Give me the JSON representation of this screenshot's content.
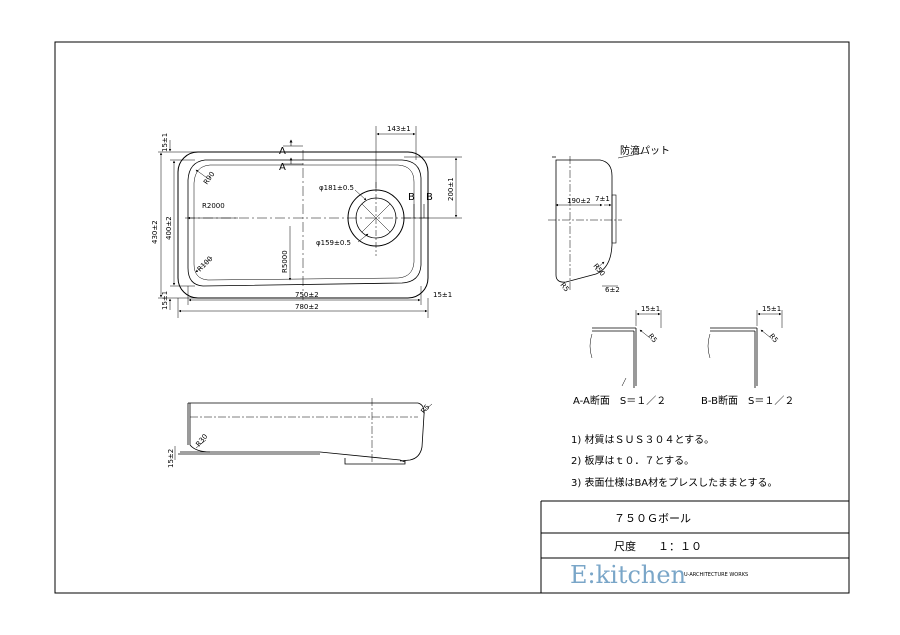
{
  "dims": {
    "top_width": "143±1",
    "side_height": "200±1",
    "top_margin": "15±1",
    "outer_height": "430±2",
    "inner_height": "400±2",
    "bottom_margin": "15±1",
    "inner_width": "750±2",
    "right_margin": "15±1",
    "outer_width": "780±2",
    "drain_outer": "φ181±0.5",
    "drain_inner": "φ159±0.5",
    "r_corner": "R90",
    "r_side": "R2000",
    "r_bottom": "R100",
    "r_long": "R5000",
    "sec_depth": "190±2",
    "sec_lip": "7±1",
    "sec_radius": "R50",
    "sec_flange_r": "R5",
    "sec_bottom": "6±2",
    "sec_a_width": "15±1",
    "sec_a_radius": "R5",
    "sec_b_width": "15±1",
    "sec_b_radius": "R5",
    "elev_r_right": "R5",
    "elev_r_left": "R30",
    "elev_flange": "15±2"
  },
  "labels": {
    "section_a": "A",
    "section_b": "B",
    "pad_label": "防滴パット",
    "section_a_title": "A-A断面　S＝１／２",
    "section_b_title": "B-B断面　S＝１／２"
  },
  "notes": [
    "1)  材質はＳＵＳ３０４とする。",
    "2)  板厚はｔ０．７とする。",
    "3)  表面仕様はBA材をプレスしたままとする。"
  ],
  "title_block": {
    "product": "７５０Ｇボール",
    "scale": "尺度　　１：１０",
    "brand_prefix": "E:",
    "brand_name": "kitchen",
    "brand_sub": "U-ARCHITECTURE WORKS"
  },
  "colors": {
    "line": "#000000",
    "brand": "#7aa6c8"
  }
}
